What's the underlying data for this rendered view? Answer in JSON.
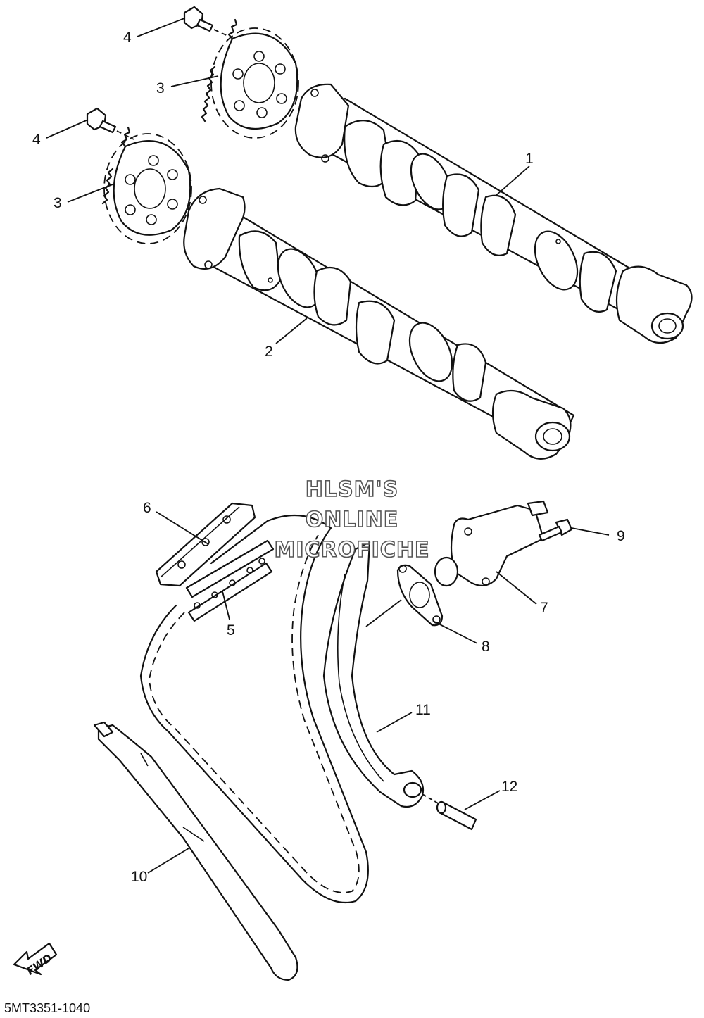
{
  "watermark": {
    "line1": "HLSM'S",
    "line2": "ONLINE",
    "line3": "MICROFICHE"
  },
  "part_number": "5MT3351-1040",
  "fwd_label": "FWD",
  "callouts": {
    "c1": "1",
    "c2": "2",
    "c3a": "3",
    "c3b": "3",
    "c4a": "4",
    "c4b": "4",
    "c5": "5",
    "c6": "6",
    "c7": "7",
    "c8": "8",
    "c9": "9",
    "c10": "10",
    "c11": "11",
    "c12": "12"
  }
}
